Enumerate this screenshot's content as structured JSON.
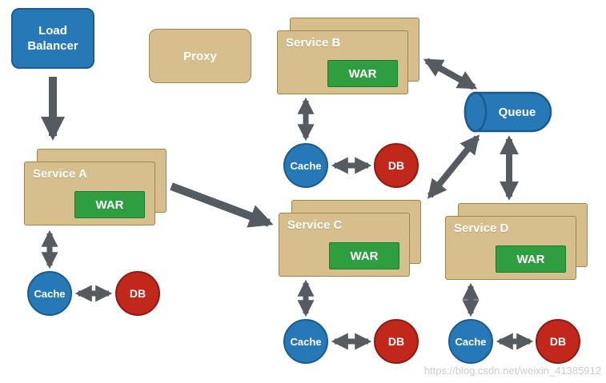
{
  "colors": {
    "node_blue": "#2778b7",
    "card_tan": "#d7bf8d",
    "war_green": "#2f9e41",
    "db_red": "#c2271c",
    "arrow_gray": "#565b62",
    "watermark_gray": "#cdcdcd"
  },
  "nodes": {
    "load_balancer": {
      "label": "Load Balancer"
    },
    "proxy": {
      "label": "Proxy"
    },
    "queue": {
      "label": "Queue"
    },
    "service_a": {
      "label": "Service A",
      "war": "WAR",
      "cache": "Cache",
      "db": "DB"
    },
    "service_b": {
      "label": "Service B",
      "war": "WAR",
      "cache": "Cache",
      "db": "DB"
    },
    "service_c": {
      "label": "Service C",
      "war": "WAR",
      "cache": "Cache",
      "db": "DB"
    },
    "service_d": {
      "label": "Service D",
      "war": "WAR",
      "cache": "Cache",
      "db": "DB"
    }
  },
  "watermark": {
    "text": "https://blog.csdn.net/weixin_41385912"
  }
}
